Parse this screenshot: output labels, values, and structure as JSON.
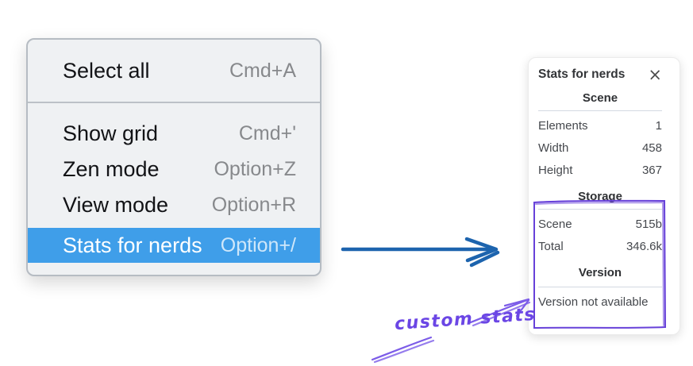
{
  "context_menu": {
    "top_item": {
      "label": "Select all",
      "shortcut": "Cmd+A"
    },
    "items": [
      {
        "label": "Show grid",
        "shortcut": "Cmd+'"
      },
      {
        "label": "Zen mode",
        "shortcut": "Option+Z"
      },
      {
        "label": "View mode",
        "shortcut": "Option+R"
      },
      {
        "label": "Stats for nerds",
        "shortcut": "Option+/",
        "highlighted": true
      }
    ]
  },
  "stats_panel": {
    "title": "Stats for nerds",
    "close_icon": "×",
    "sections": {
      "scene": {
        "heading": "Scene",
        "rows": [
          {
            "label": "Elements",
            "value": "1"
          },
          {
            "label": "Width",
            "value": "458"
          },
          {
            "label": "Height",
            "value": "367"
          }
        ]
      },
      "storage": {
        "heading": "Storage",
        "rows": [
          {
            "label": "Scene",
            "value": "515b"
          },
          {
            "label": "Total",
            "value": "346.6k"
          }
        ]
      },
      "version": {
        "heading": "Version",
        "note": "Version not available"
      }
    }
  },
  "annotation": {
    "label": "custom stats"
  },
  "colors": {
    "menu_highlight": "#3f9ee9",
    "arrow_blue": "#1d64ae",
    "sketch_purple": "#6741d9",
    "annotation_purple": "#6b46e5"
  }
}
